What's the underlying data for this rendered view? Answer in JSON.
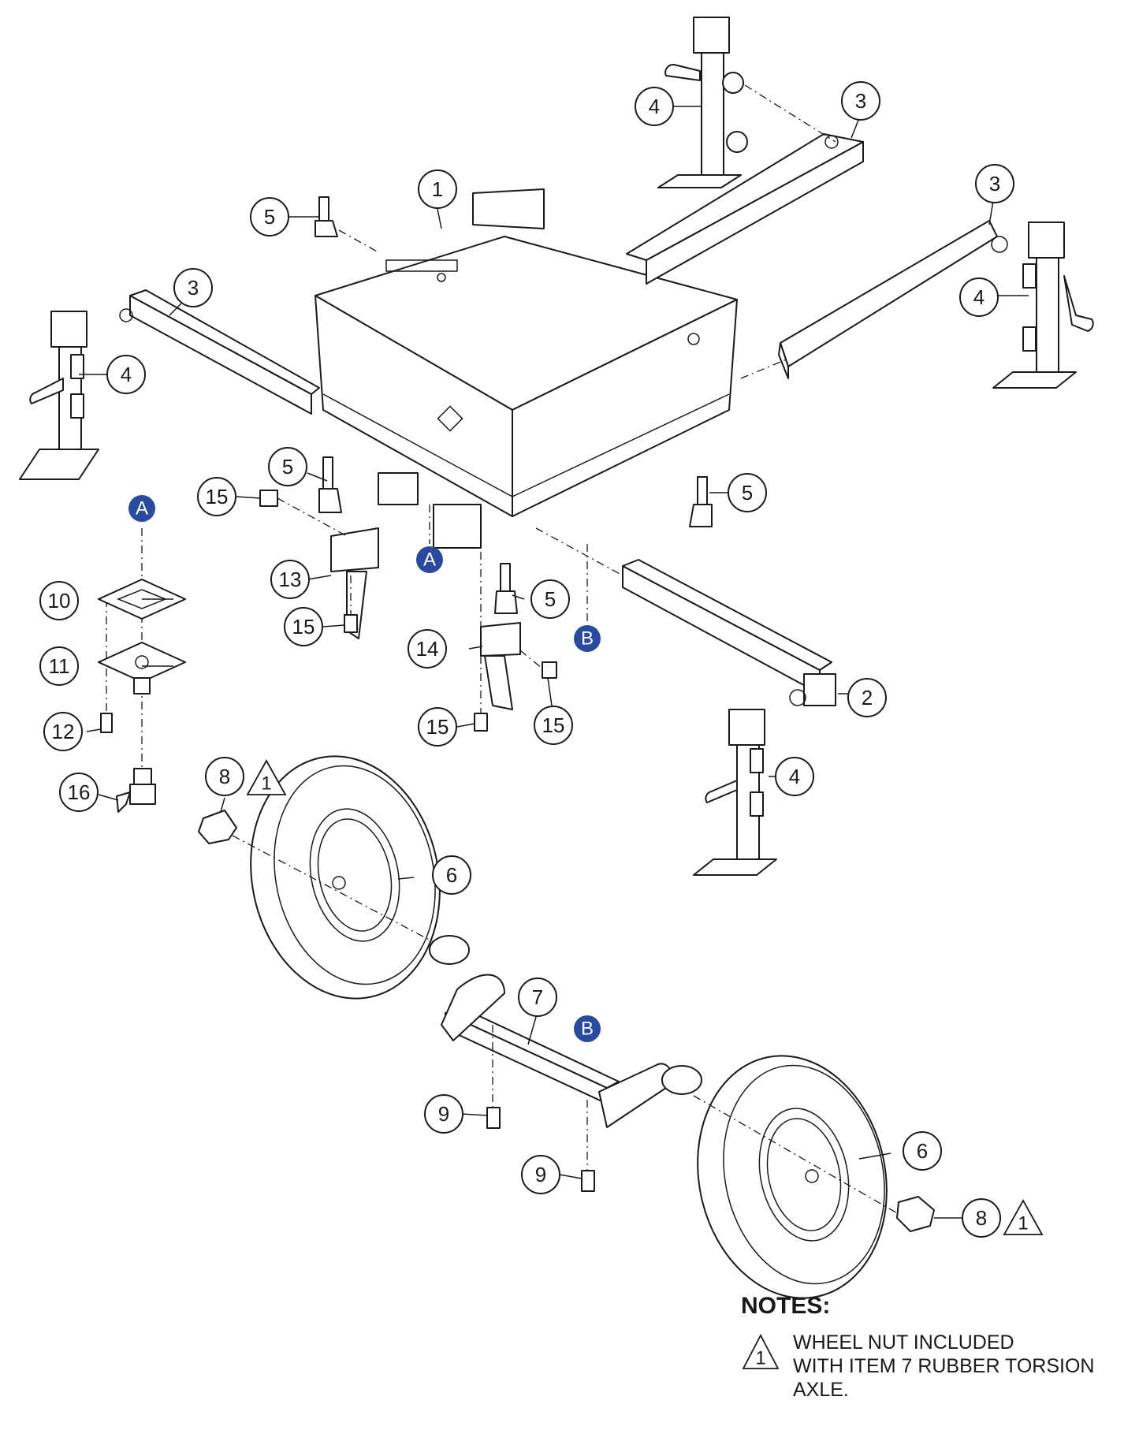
{
  "diagram": {
    "callouts": {
      "c1": "1",
      "c2": "2",
      "c3a": "3",
      "c3b": "3",
      "c3c": "3",
      "c4a": "4",
      "c4b": "4",
      "c4c": "4",
      "c4d": "4",
      "c5a": "5",
      "c5b": "5",
      "c5c": "5",
      "c5d": "5",
      "c6a": "6",
      "c6b": "6",
      "c7": "7",
      "c8a": "8",
      "c8b": "8",
      "c9a": "9",
      "c9b": "9",
      "c10": "10",
      "c11": "11",
      "c12": "12",
      "c13": "13",
      "c14": "14",
      "c15a": "15",
      "c15b": "15",
      "c15c": "15",
      "c15d": "15",
      "c16": "16"
    },
    "references": {
      "refA1": "A",
      "refA2": "A",
      "refB1": "B",
      "refB2": "B"
    },
    "note_flags": {
      "flag1": "1",
      "flag2": "1",
      "flag_note": "1"
    }
  },
  "notes": {
    "title": "NOTES:",
    "items": [
      {
        "flag": "1",
        "text": "WHEEL NUT INCLUDED\nWITH ITEM 7 RUBBER TORSION\nAXLE."
      }
    ]
  },
  "colors": {
    "reference_marker": "#2a4a9e",
    "line": "#1a1a1a"
  }
}
